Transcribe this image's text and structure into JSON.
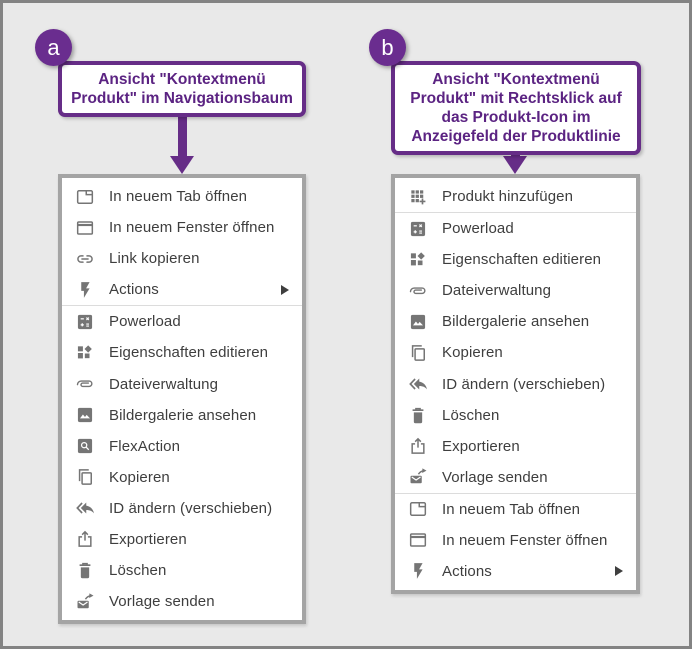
{
  "colors": {
    "accent_purple": "#662d87",
    "badge_purple": "#6a2d8f",
    "caption_text_purple": "#5b2382",
    "menu_border_gray": "#a4a4a4",
    "menu_text_gray": "#3e3e3e",
    "icon_gray": "#757575",
    "separator_gray": "#dcdcdc",
    "background_gray": "#e9e9e9",
    "frame_gray": "#838383"
  },
  "figures": [
    {
      "badge": "a",
      "caption": "Ansicht \"Kontextmenü\nProdukt\" im Navigationsbaum",
      "menu": {
        "items": [
          {
            "icon": "tab-icon",
            "label": "In neuem Tab öffnen"
          },
          {
            "icon": "window-icon",
            "label": "In neuem Fenster öffnen"
          },
          {
            "icon": "link-icon",
            "label": "Link kopieren"
          },
          {
            "icon": "flash-icon",
            "label": "Actions",
            "submenu": true,
            "separator_after": true
          },
          {
            "icon": "calculator-icon",
            "label": "Powerload"
          },
          {
            "icon": "properties-icon",
            "label": "Eigenschaften editieren"
          },
          {
            "icon": "paperclip-icon",
            "label": "Dateiverwaltung"
          },
          {
            "icon": "image-icon",
            "label": "Bildergalerie ansehen"
          },
          {
            "icon": "search-box-icon",
            "label": "FlexAction"
          },
          {
            "icon": "copy-icon",
            "label": "Kopieren"
          },
          {
            "icon": "reply-all-icon",
            "label": "ID ändern (verschieben)"
          },
          {
            "icon": "export-icon",
            "label": "Exportieren"
          },
          {
            "icon": "trash-icon",
            "label": "Löschen"
          },
          {
            "icon": "send-mail-icon",
            "label": "Vorlage senden"
          }
        ]
      }
    },
    {
      "badge": "b",
      "caption": "Ansicht \"Kontextmenü\nProdukt\" mit Rechtsklick auf\ndas Produkt-Icon im\nAnzeigefeld der Produktlinie",
      "menu": {
        "items": [
          {
            "icon": "grid-add-icon",
            "label": "Produkt hinzufügen",
            "separator_after": true
          },
          {
            "icon": "calculator-icon",
            "label": "Powerload"
          },
          {
            "icon": "properties-icon",
            "label": "Eigenschaften editieren"
          },
          {
            "icon": "paperclip-icon",
            "label": "Dateiverwaltung"
          },
          {
            "icon": "image-icon",
            "label": "Bildergalerie ansehen"
          },
          {
            "icon": "copy-icon",
            "label": "Kopieren"
          },
          {
            "icon": "reply-all-icon",
            "label": "ID ändern (verschieben)"
          },
          {
            "icon": "trash-icon",
            "label": "Löschen"
          },
          {
            "icon": "export-icon",
            "label": "Exportieren"
          },
          {
            "icon": "send-mail-icon",
            "label": "Vorlage senden",
            "separator_after": true
          },
          {
            "icon": "tab-icon",
            "label": "In neuem Tab öffnen"
          },
          {
            "icon": "window-icon",
            "label": "In neuem Fenster öffnen"
          },
          {
            "icon": "flash-icon",
            "label": "Actions",
            "submenu": true
          }
        ]
      }
    }
  ]
}
